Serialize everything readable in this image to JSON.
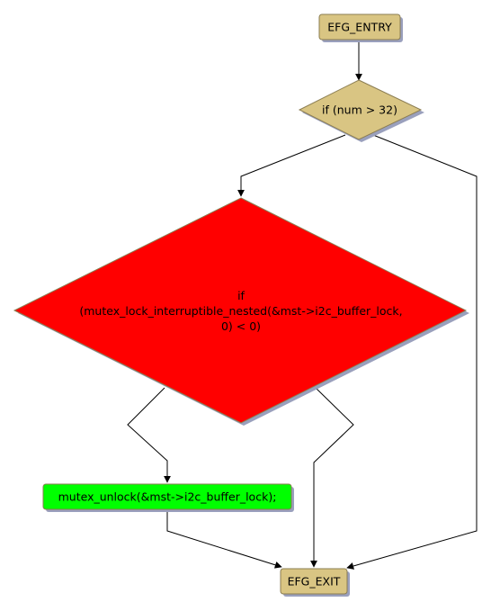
{
  "nodes": {
    "entry": {
      "label": "EFG_ENTRY"
    },
    "cond_num": {
      "label": "if (num > 32)"
    },
    "cond_mutex": {
      "line1": "if",
      "line2": "(mutex_lock_interruptible_nested(&mst->i2c_buffer_lock,",
      "line3": "0) < 0)"
    },
    "unlock": {
      "label": "mutex_unlock(&mst->i2c_buffer_lock);"
    },
    "exit": {
      "label": "EFG_EXIT"
    }
  },
  "colors": {
    "terminal_fill": "#d9c583",
    "decision_fill": "#d9c583",
    "error_decision_fill": "#ff0000",
    "statement_fill": "#00ff00",
    "shadow": "#9aa0bd",
    "outline": "#8b7d52"
  }
}
